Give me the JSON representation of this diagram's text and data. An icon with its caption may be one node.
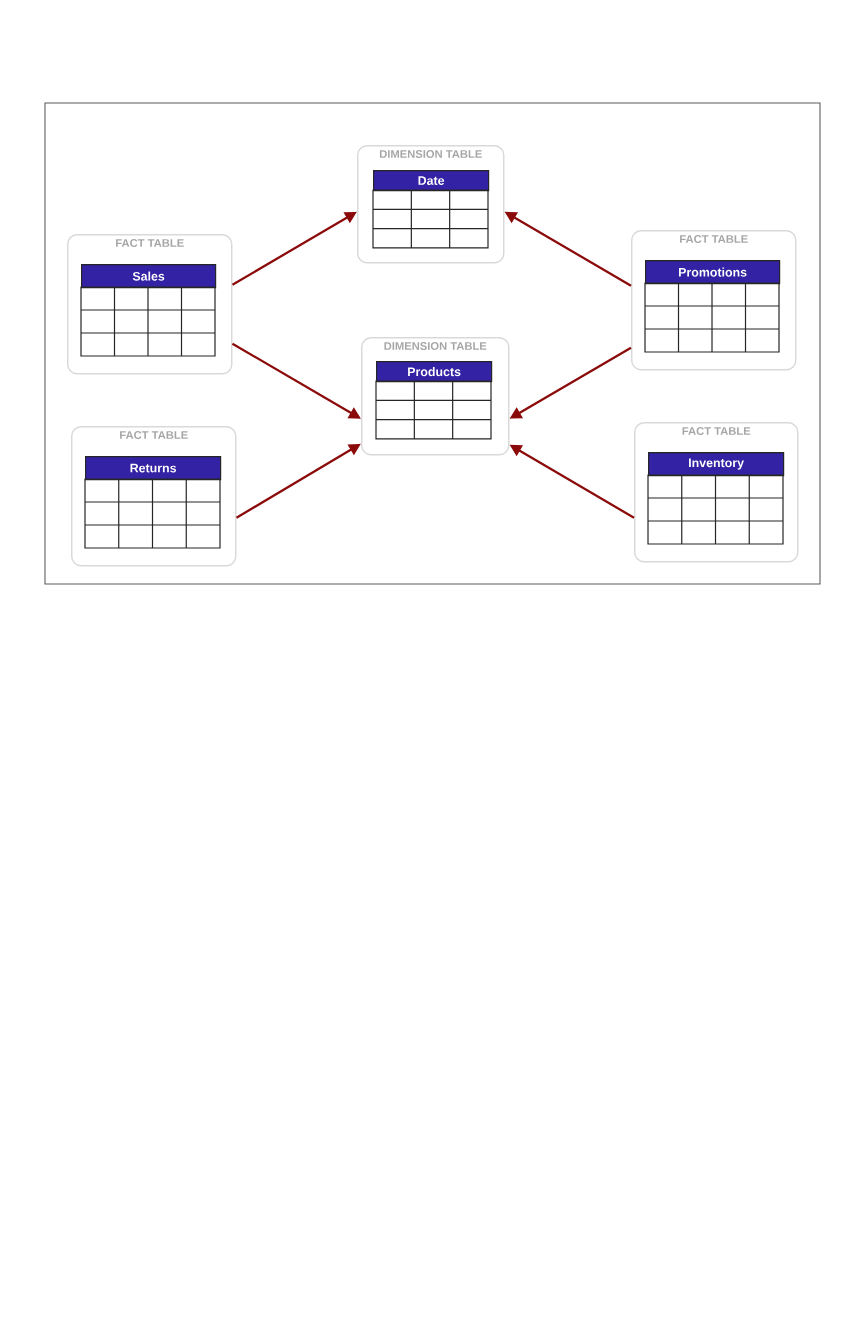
{
  "diagram": {
    "nodes": [
      {
        "text": [
          "DIMENSION TABLE"
        ]
      },
      {
        "text": [
          "Date"
        ],
        "in": 0
      },
      {
        "text": [
          "FACT TABLE"
        ]
      },
      {
        "text": [
          "Sales"
        ],
        "in": 2
      },
      {
        "text": [
          "FACT TABLE"
        ]
      },
      {
        "text": [
          "Promotions"
        ],
        "in": 4
      },
      {
        "text": [
          "DIMENSION TABLE"
        ]
      },
      {
        "text": [
          "Products"
        ],
        "in": 6
      },
      {
        "text": [
          "FACT TABLE"
        ]
      },
      {
        "text": [
          "Returns"
        ],
        "in": 8
      },
      {
        "text": [
          "FACT TABLE"
        ]
      },
      {
        "text": [
          "Inventory"
        ],
        "in": 10
      }
    ],
    "edges": [
      {
        "from": 2,
        "to": 0,
        "arrow": "to"
      },
      {
        "from": 4,
        "to": 0,
        "arrow": "to"
      },
      {
        "from": 2,
        "to": 6,
        "arrow": "to"
      },
      {
        "from": 4,
        "to": 6,
        "arrow": "to"
      },
      {
        "from": 8,
        "to": 6,
        "arrow": "to"
      },
      {
        "from": 10,
        "to": 6,
        "arrow": "to"
      }
    ]
  }
}
